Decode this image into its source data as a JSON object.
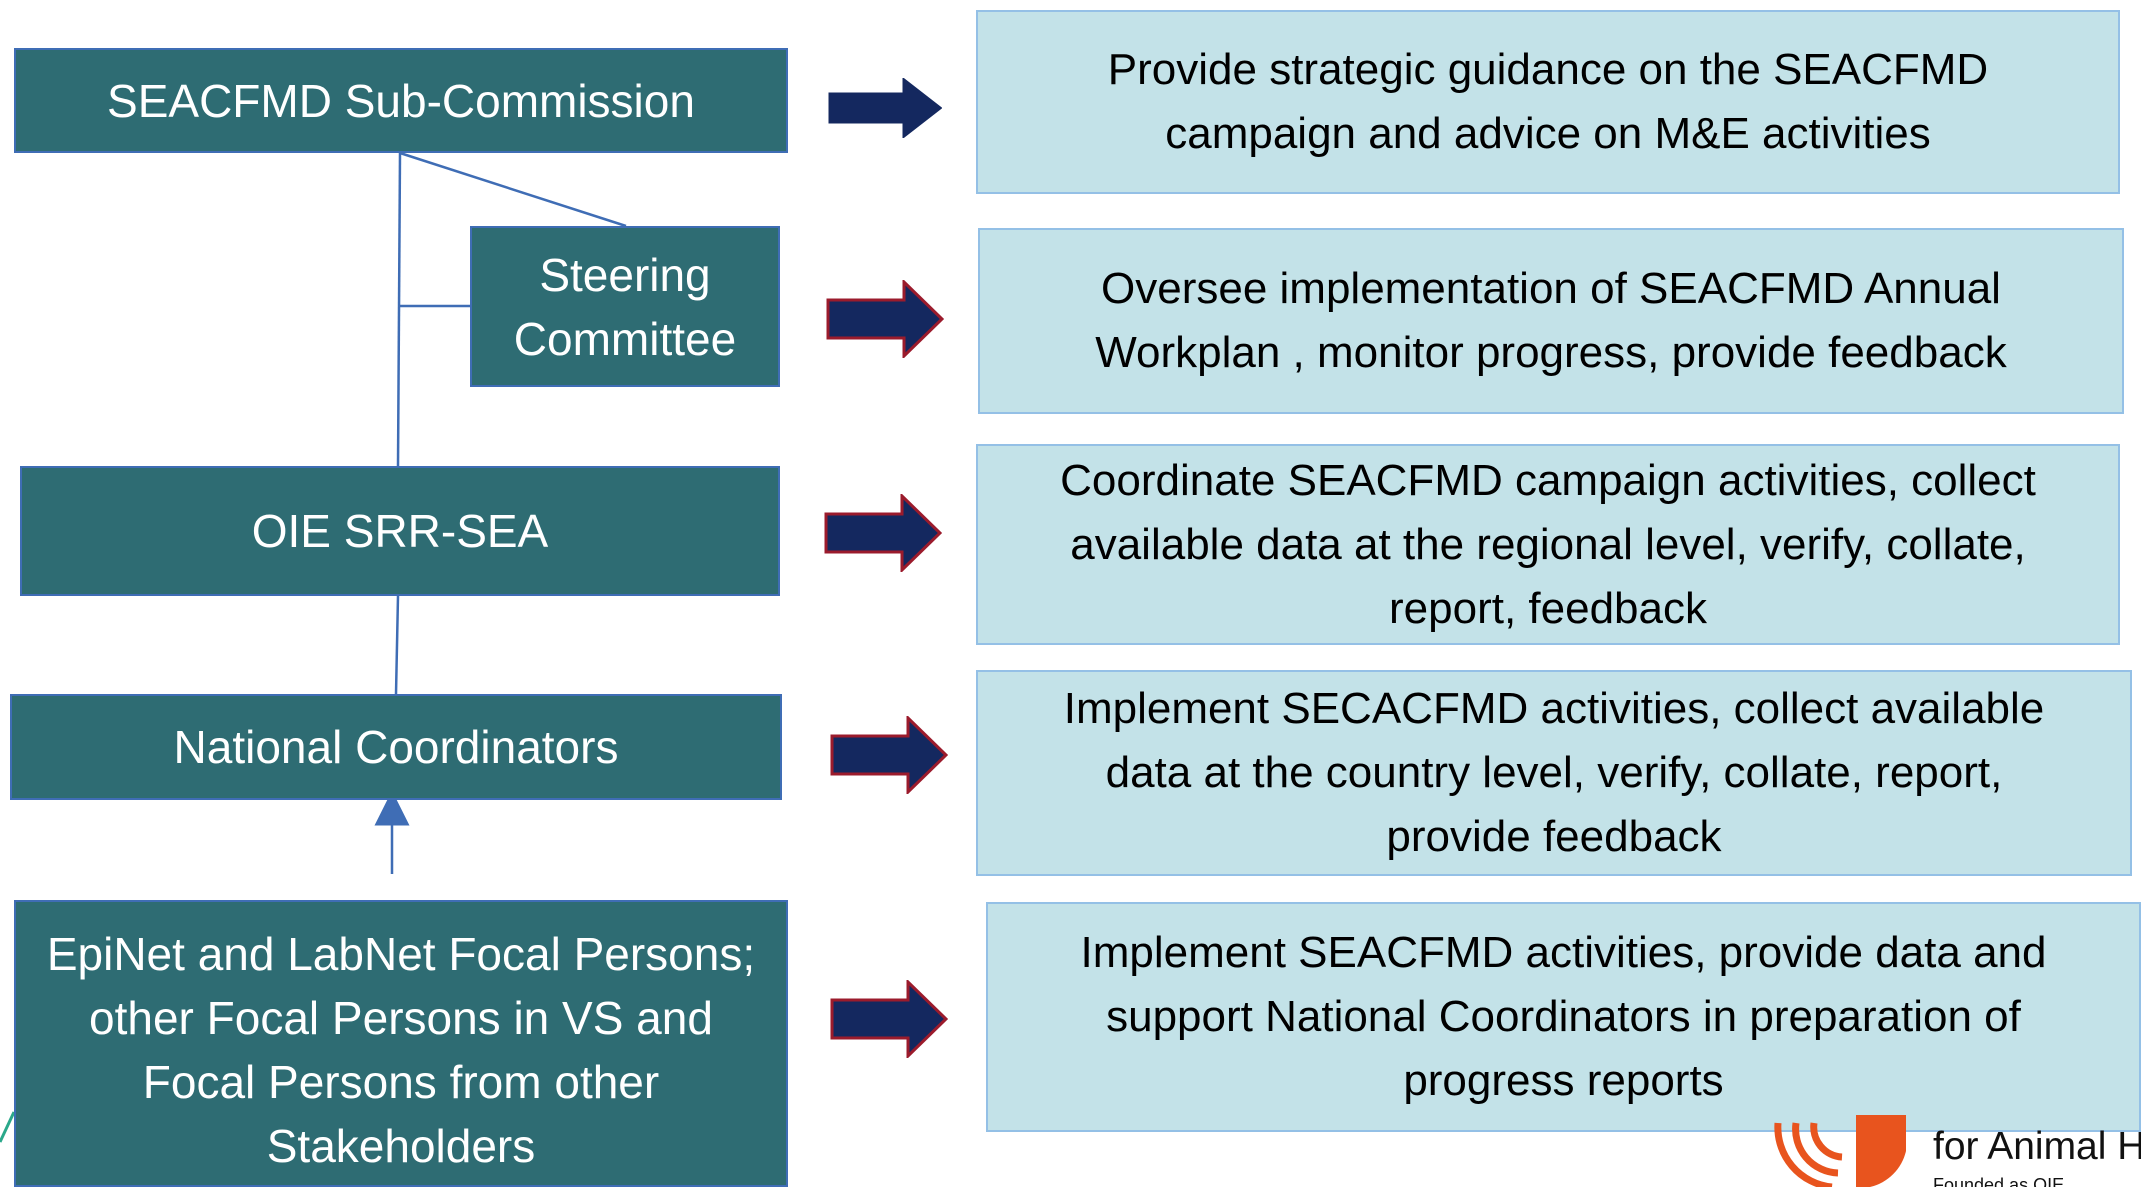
{
  "roles": [
    {
      "label": "SEACFMD Sub-Commission"
    },
    {
      "label": "Steering\nCommittee"
    },
    {
      "label": "OIE SRR-SEA"
    },
    {
      "label": "National Coordinators"
    },
    {
      "label": "EpiNet and LabNet Focal Persons;\nother Focal Persons in VS and\nFocal Persons from other\nStakeholders"
    }
  ],
  "descriptions": [
    {
      "text": "Provide strategic guidance on the SEACFMD\ncampaign and advice on M&E activities"
    },
    {
      "text": "Oversee implementation of SEACFMD Annual\nWorkplan , monitor progress, provide feedback"
    },
    {
      "text": "Coordinate SEACFMD campaign activities, collect\navailable data at the regional  level, verify, collate,\nreport, feedback"
    },
    {
      "text": "Implement SECACFMD activities, collect available\ndata at the country level, verify, collate, report,\nprovide feedback"
    },
    {
      "text": "Implement SEACFMD activities, provide data and\nsupport National Coordinators in preparation of\nprogress reports"
    }
  ],
  "logo": {
    "text": "for Animal H",
    "subtext": "Founded as OIE"
  },
  "colors": {
    "role_fill": "#2e6c73",
    "role_border": "#3f6db5",
    "desc_fill": "#c3e2e8",
    "desc_border": "#94c0e6",
    "arrow_fill": "#14285f",
    "arrow_outline": "#9b1b2c",
    "connector": "#3f6db5",
    "logo_orange": "#e8541e"
  }
}
